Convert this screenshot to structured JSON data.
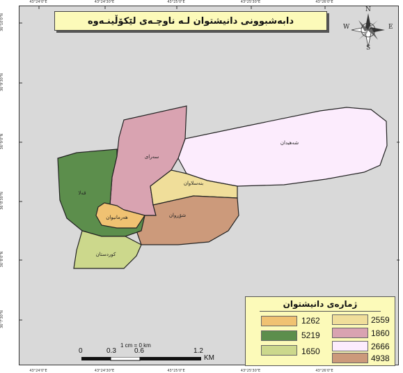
{
  "map": {
    "title": "دابەشبوونی دانیشتوان لـە ناوچـەی لێکۆڵینـەوە",
    "regions": [
      {
        "id": "shahidan",
        "label": "شەهیدان",
        "color": "#fcecfd"
      },
      {
        "id": "sarai",
        "label": "سەرای",
        "color": "#d9a3b1"
      },
      {
        "id": "qala",
        "label": "قەلا",
        "color": "#5c8e4c"
      },
      {
        "id": "bnaslawan",
        "label": "بنەسلاوان",
        "color": "#f0de9a"
      },
      {
        "id": "shorwan",
        "label": "شۆڕوان",
        "color": "#cc9a7b"
      },
      {
        "id": "hamaniuan",
        "label": "هەرمانیوان",
        "color": "#f0c272"
      },
      {
        "id": "kurdistan",
        "label": "کوردستان",
        "color": "#ccd88c"
      }
    ]
  },
  "legend": {
    "title": "ژمارەی دانیشتوان",
    "items": [
      {
        "value": "1262",
        "color": "#f0c272"
      },
      {
        "value": "5219",
        "color": "#5c8e4c"
      },
      {
        "value": "1650",
        "color": "#ccd88c"
      },
      {
        "value": "2559",
        "color": "#f0de9a"
      },
      {
        "value": "1860",
        "color": "#d9a3b1"
      },
      {
        "value": "2666",
        "color": "#fcecfd"
      },
      {
        "value": "4938",
        "color": "#cc9a7b"
      }
    ]
  },
  "scale": {
    "note": "1 cm = 0 km",
    "ticks": [
      "0",
      "0.3",
      "0.6",
      "1.2"
    ],
    "unit": "KM"
  },
  "compass": {
    "n": "N",
    "s": "S",
    "e": "E",
    "w": "W"
  },
  "graticule": {
    "top": [
      "43°24'0\"E",
      "43°24'30\"E",
      "43°25'0\"E",
      "43°25'30\"E",
      "43°26'0\"E"
    ],
    "bottom": [
      "43°24'0\"E",
      "43°24'30\"E",
      "43°25'0\"E",
      "43°25'30\"E",
      "43°26'0\"E"
    ],
    "left": [
      "36°10'0\"N",
      "36°9'30\"N",
      "36°9'0\"N",
      "36°8'30\"N",
      "36°8'0\"N",
      "36°7'30\"N"
    ]
  }
}
